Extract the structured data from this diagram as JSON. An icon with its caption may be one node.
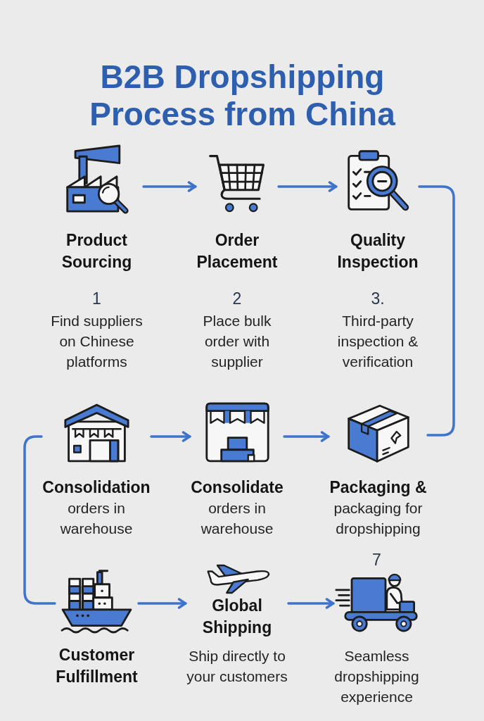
{
  "diagram": {
    "title": "B2B Dropshipping Process from China",
    "nodes": [
      {
        "text": [
          "Product Sourcing",
          "1",
          "Find suppliers on Chinese platforms"
        ]
      },
      {
        "text": [
          "Order Placement",
          "2",
          "Place bulk order with supplier"
        ]
      },
      {
        "text": [
          "Quality Inspection",
          "3.",
          "Third-party inspection & verification"
        ]
      },
      {
        "text": [
          "Consolidation",
          "orders in warehouse"
        ]
      },
      {
        "text": [
          "Consolidate",
          "orders in warehouse"
        ]
      },
      {
        "text": [
          "Packaging &",
          "packaging for dropshipping"
        ]
      },
      {
        "text": [
          "Customer Fulfillment"
        ]
      },
      {
        "text": [
          "Global Shipping",
          "Ship directly to your customers"
        ]
      },
      {
        "text": [
          "7",
          "Seamless dropshipping experience"
        ]
      }
    ],
    "edges": [
      {
        "from": 0,
        "to": 1,
        "arrow": "to"
      },
      {
        "from": 1,
        "to": 2,
        "arrow": "to"
      },
      {
        "from": 2,
        "to": 5,
        "arrow": "none"
      },
      {
        "from": 3,
        "to": 4,
        "arrow": "to"
      },
      {
        "from": 4,
        "to": 5,
        "arrow": "to"
      },
      {
        "from": 3,
        "to": 6,
        "arrow": "none"
      },
      {
        "from": 6,
        "to": 7,
        "arrow": "to"
      },
      {
        "from": 7,
        "to": 8,
        "arrow": "to"
      }
    ]
  }
}
